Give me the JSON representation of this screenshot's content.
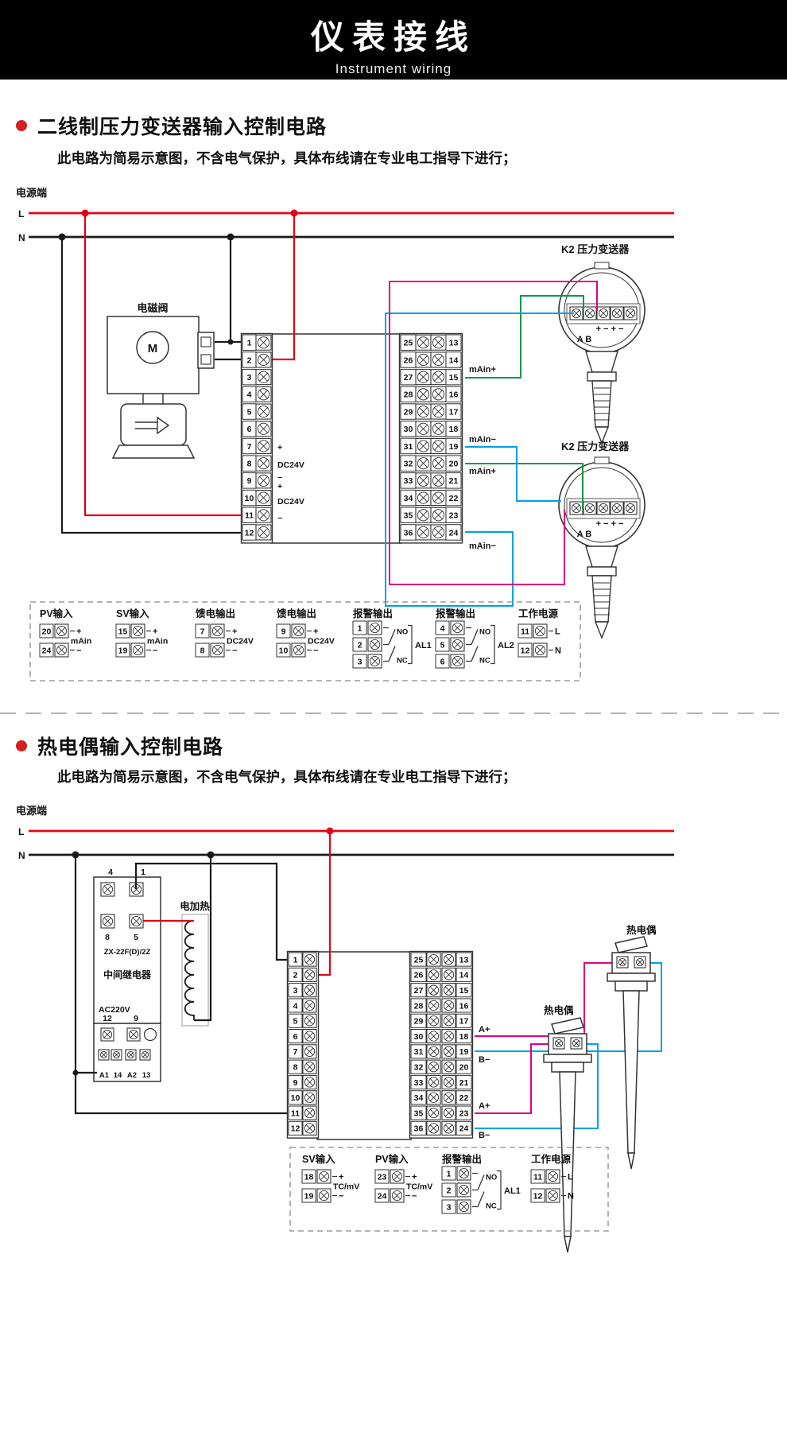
{
  "header": {
    "title": "仪表接线",
    "subtitle": "Instrument wiring"
  },
  "colors": {
    "line_l": "#e60012",
    "line_n": "#1a1a1a",
    "wire_magenta": "#e4007f",
    "wire_cyan": "#00a0e9",
    "wire_green": "#009944",
    "bullet": "#d42020"
  },
  "section1": {
    "title": "二线制压力变送器输入控制电路",
    "note": "此电路为简易示意图，不含电气保护，具体布线请在专业电工指导下进行；",
    "power_label": "电源端",
    "l_label": "L",
    "n_label": "N",
    "solenoid_label": "电磁阀",
    "motor_letter": "M",
    "panel_labels": [
      "+",
      "DC24V",
      "−",
      "+",
      "DC24V",
      "−"
    ],
    "analog_labels": [
      "mAin+",
      "mAin−",
      "mAin+",
      "mAin−"
    ],
    "transmitter1": {
      "label": "K2 压力变送器",
      "terminals": "A   B",
      "signs": "+ − + −"
    },
    "transmitter2": {
      "label": "K2 压力变送器",
      "terminals": "A   B",
      "signs": "+ − + −"
    },
    "strip_left": [
      "1",
      "2",
      "3",
      "4",
      "5",
      "6",
      "7",
      "8",
      "9",
      "10",
      "11",
      "12"
    ],
    "strip_mid": [
      "25",
      "26",
      "27",
      "28",
      "29",
      "30",
      "31",
      "32",
      "33",
      "34",
      "35",
      "36"
    ],
    "strip_right": [
      "13",
      "14",
      "15",
      "16",
      "17",
      "18",
      "19",
      "20",
      "21",
      "22",
      "23",
      "24"
    ],
    "legend_items": [
      {
        "title": "PV输入",
        "terms": [
          "20",
          "24"
        ],
        "top": "+",
        "mid": "mAin",
        "bot": "−"
      },
      {
        "title": "SV输入",
        "terms": [
          "15",
          "19"
        ],
        "top": "+",
        "mid": "mAin",
        "bot": "−"
      },
      {
        "title": "馈电输出",
        "terms": [
          "7",
          "8"
        ],
        "top": "+",
        "mid": "DC24V",
        "bot": "−"
      },
      {
        "title": "馈电输出",
        "terms": [
          "9",
          "10"
        ],
        "top": "+",
        "mid": "DC24V",
        "bot": "−"
      },
      {
        "title": "报警输出",
        "terms": [
          "1",
          "2",
          "3"
        ],
        "no": "NO",
        "nc": "NC",
        "name": "AL1"
      },
      {
        "title": "报警输出",
        "terms": [
          "4",
          "5",
          "6"
        ],
        "no": "NO",
        "nc": "NC",
        "name": "AL2"
      },
      {
        "title": "工作电源",
        "terms": [
          "11",
          "12"
        ],
        "top": "L",
        "bot": "N"
      }
    ]
  },
  "section2": {
    "title": "热电偶输入控制电路",
    "note": "此电路为简易示意图，不含电气保护，具体布线请在专业电工指导下进行；",
    "power_label": "电源端",
    "l_label": "L",
    "n_label": "N",
    "relay": {
      "t4": "4",
      "t1": "1",
      "t8": "8",
      "t5": "5",
      "model": "ZX-22F(D)/2Z",
      "name": "中间继电器",
      "volt": "AC220V",
      "t12": "12",
      "t9": "9",
      "a1": "A1",
      "t14": "14",
      "a2": "A2",
      "t13": "13"
    },
    "heater_label": "电加热",
    "tc1_label": "热电偶",
    "tc2_label": "热电偶",
    "analog_labels": [
      "A+",
      "B−",
      "A+",
      "B−"
    ],
    "strip_left": [
      "1",
      "2",
      "3",
      "4",
      "5",
      "6",
      "7",
      "8",
      "9",
      "10",
      "11",
      "12"
    ],
    "strip_mid": [
      "25",
      "26",
      "27",
      "28",
      "29",
      "30",
      "31",
      "32",
      "33",
      "34",
      "35",
      "36"
    ],
    "strip_right": [
      "13",
      "14",
      "15",
      "16",
      "17",
      "18",
      "19",
      "20",
      "21",
      "22",
      "23",
      "24"
    ],
    "legend_items": [
      {
        "title": "SV输入",
        "terms": [
          "18",
          "19"
        ],
        "top": "+",
        "mid": "TC/mV",
        "bot": "−"
      },
      {
        "title": "PV输入",
        "terms": [
          "23",
          "24"
        ],
        "top": "+",
        "mid": "TC/mV",
        "bot": "−"
      },
      {
        "title": "报警输出",
        "terms": [
          "1",
          "2",
          "3"
        ],
        "no": "NO",
        "nc": "NC",
        "name": "AL1"
      },
      {
        "title": "工作电源",
        "terms": [
          "11",
          "12"
        ],
        "top": "L",
        "bot": "N"
      }
    ]
  }
}
